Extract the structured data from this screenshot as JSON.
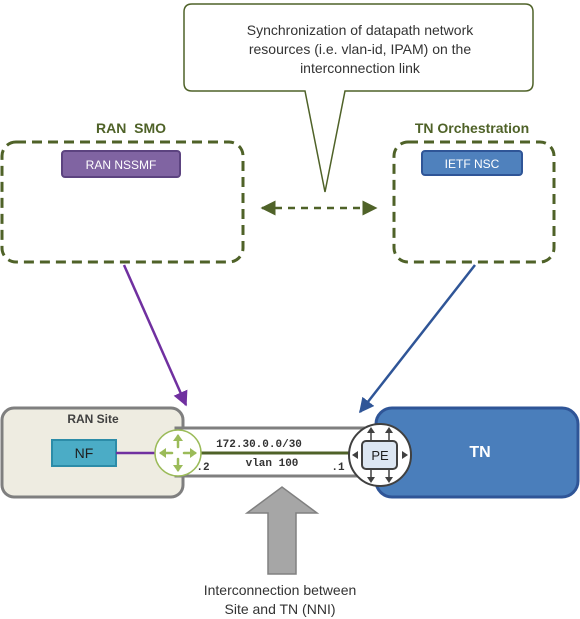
{
  "callout": {
    "lines": [
      "Synchronization of datapath network",
      "resources (i.e. vlan-id, IPAM) on the",
      "interconnection link"
    ]
  },
  "ran_smo": {
    "title": "RAN  SMO",
    "nssmf_label": "RAN NSSMF"
  },
  "tn_orchestration": {
    "title": "TN Orchestration",
    "nsc_label": "IETF NSC"
  },
  "ran_site": {
    "title": "RAN Site",
    "nf_label": "NF"
  },
  "link": {
    "subnet": "172.30.0.0/30",
    "vlan": "vlan 100",
    "left_ip": ".2",
    "right_ip": ".1"
  },
  "tn": {
    "label": "TN",
    "pe_label": "PE"
  },
  "nni": {
    "lines": [
      "Interconnection between",
      "Site and TN (NNI)"
    ]
  },
  "colors": {
    "olive": "#4f6228",
    "purple": "#7030a0",
    "nssmf_fill": "#8064a2",
    "nsc_fill": "#4f81bd",
    "tn_fill": "#4a7ebb",
    "site_fill": "#eeece1",
    "nf_fill": "#4bacc6",
    "blue_arrow": "#2f5597",
    "gray_arrow": "#a6a6a6"
  }
}
